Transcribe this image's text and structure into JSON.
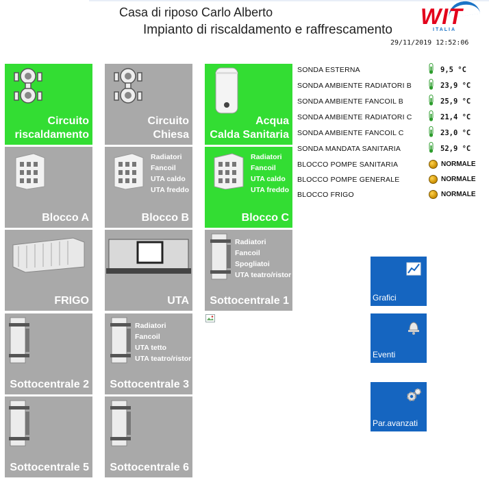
{
  "header": {
    "title_line1": "Casa di riposo Carlo Alberto",
    "title_line2": "Impianto di riscaldamento e raffrescamento",
    "datetime": "29/11/2019 12:52:06",
    "logo_text": "WIT",
    "logo_subtext": "ITALIA"
  },
  "tiles": {
    "circuito_risc": {
      "label1": "Circuito",
      "label2": "riscaldamento",
      "color": "#33dd33",
      "icon": "pumps-icon"
    },
    "circuito_chiesa": {
      "label1": "Circuito",
      "label2": "Chiesa",
      "color": "#a9a9a9",
      "icon": "pumps-icon"
    },
    "acqua_calda": {
      "label1": "Acqua",
      "label2": "Calda Sanitaria",
      "color": "#33dd33",
      "icon": "boiler-icon"
    },
    "blocco_a": {
      "label": "Blocco A",
      "icon": "building-icon"
    },
    "blocco_b": {
      "label": "Blocco B",
      "items": [
        "Radiatori",
        "Fancoil",
        "UTA caldo",
        "UTA freddo"
      ],
      "icon": "building-icon"
    },
    "blocco_c": {
      "label": "Blocco C",
      "items": [
        "Radiatori",
        "Fancoil",
        "UTA caldo",
        "UTA freddo"
      ],
      "icon": "building-icon"
    },
    "frigo": {
      "label": "FRIGO",
      "icon": "chiller-icon"
    },
    "uta": {
      "label": "UTA",
      "icon": "air-handler-icon"
    },
    "sottocentrale_1": {
      "label": "Sottocentrale 1",
      "items": [
        "Radiatori",
        "Fancoil",
        "Spogliatoi",
        "UTA teatro/ristor"
      ],
      "icon": "heat-exchanger-icon"
    },
    "sottocentrale_2": {
      "label": "Sottocentrale 2",
      "icon": "heat-exchanger-icon"
    },
    "sottocentrale_3": {
      "label": "Sottocentrale 3",
      "items": [
        "Radiatori",
        "Fancoil",
        "UTA tetto",
        "UTA teatro/ristor"
      ],
      "icon": "heat-exchanger-icon"
    },
    "sottocentrale_5": {
      "label": "Sottocentrale 5",
      "icon": "heat-exchanger-icon"
    },
    "sottocentrale_6": {
      "label": "Sottocentrale 6",
      "icon": "heat-exchanger-icon"
    }
  },
  "sensors": [
    {
      "name": "SONDA ESTERNA",
      "value": "9,5 °C",
      "type": "temperature"
    },
    {
      "name": "SONDA AMBIENTE RADIATORI B",
      "value": "23,9 °C",
      "type": "temperature"
    },
    {
      "name": "SONDA AMBIENTE FANCOIL B",
      "value": "25,9 °C",
      "type": "temperature"
    },
    {
      "name": "SONDA AMBIENTE RADIATORI C",
      "value": "21,4 °C",
      "type": "temperature"
    },
    {
      "name": "SONDA AMBIENTE FANCOIL C",
      "value": "23,0 °C",
      "type": "temperature"
    },
    {
      "name": "SONDA MANDATA SANITARIA",
      "value": "52,9 °C",
      "type": "temperature"
    },
    {
      "name": "BLOCCO POMPE SANITARIA",
      "value": "NORMALE",
      "type": "status"
    },
    {
      "name": "BLOCCO POMPE GENERALE",
      "value": "NORMALE",
      "type": "status"
    },
    {
      "name": "BLOCCO FRIGO",
      "value": "NORMALE",
      "type": "status"
    }
  ],
  "actions": {
    "grafici": {
      "label": "Grafici",
      "icon": "chart-icon"
    },
    "eventi": {
      "label": "Eventi",
      "icon": "alarm-bell-icon"
    },
    "avanzati": {
      "label": "Par.avanzati",
      "icon": "gears-icon"
    }
  },
  "colors": {
    "active": "#33dd33",
    "inactive": "#a9a9a9",
    "action_blue": "#1565c0",
    "thermometer": "#2e9d2e",
    "status_ok": "#e0a800"
  }
}
